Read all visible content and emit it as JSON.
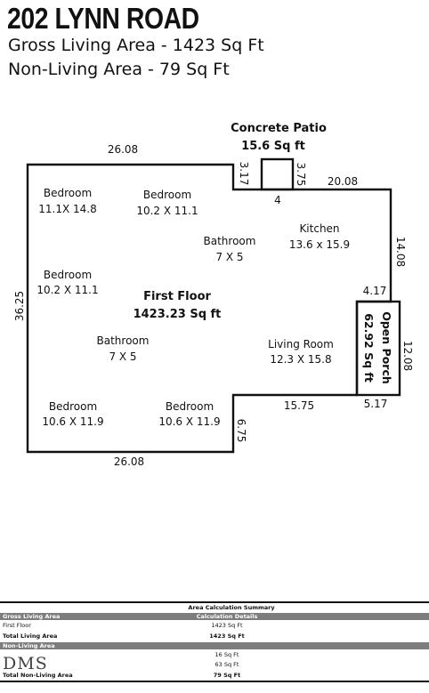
{
  "header": {
    "title": "202 LYNN ROAD",
    "gross": "Gross Living Area - 1423 Sq Ft",
    "non_living": "Non-Living Area - 79 Sq Ft"
  },
  "plan": {
    "patio_title": "Concrete Patio",
    "patio_area": "15.6 Sq ft",
    "floor_title": "First Floor",
    "floor_area": "1423.23 Sq ft",
    "porch_title": "Open Porch",
    "porch_area": "62.92 Sq ft",
    "rooms": [
      {
        "name": "Bedroom",
        "dims": "11.1X 14.8"
      },
      {
        "name": "Bedroom",
        "dims": "10.2 X 11.1"
      },
      {
        "name": "Bathroom",
        "dims": "7 X 5"
      },
      {
        "name": "Kitchen",
        "dims": "13.6 x 15.9"
      },
      {
        "name": "Bedroom",
        "dims": "10.2 X 11.1"
      },
      {
        "name": "Bathroom",
        "dims": "7 X 5"
      },
      {
        "name": "Living Room",
        "dims": "12.3 X 15.8"
      },
      {
        "name": "Bedroom",
        "dims": "10.6 X 11.9"
      },
      {
        "name": "Bedroom",
        "dims": "10.6 X 11.9"
      }
    ],
    "dims": {
      "top_left": "26.08",
      "patio_left": "3.17",
      "patio_right": "3.75",
      "patio_bottom": "4",
      "top_right": "20.08",
      "right_upper": "14.08",
      "porch_top": "4.17",
      "porch_right": "12.08",
      "porch_bottom": "5.17",
      "living_bottom": "15.75",
      "notch_right": "6.75",
      "bottom": "26.08",
      "left": "36.25"
    }
  },
  "summary": {
    "heading": "Area Calculation Summary",
    "gla_label": "Gross Living Area",
    "calc_label": "Calculation Details",
    "first_floor_label": "First Floor",
    "first_floor_value": "1423 Sq Ft",
    "total_living_label": "Total Living Area",
    "total_living_value": "1423 Sq Ft",
    "nla_label": "Non-Living Area",
    "nla_value_1": "16 Sq Ft",
    "nla_value_2": "63 Sq Ft",
    "total_nla_label": "Total Non-Living Area",
    "total_nla_value": "79 Sq Ft"
  },
  "logo": "DMS"
}
